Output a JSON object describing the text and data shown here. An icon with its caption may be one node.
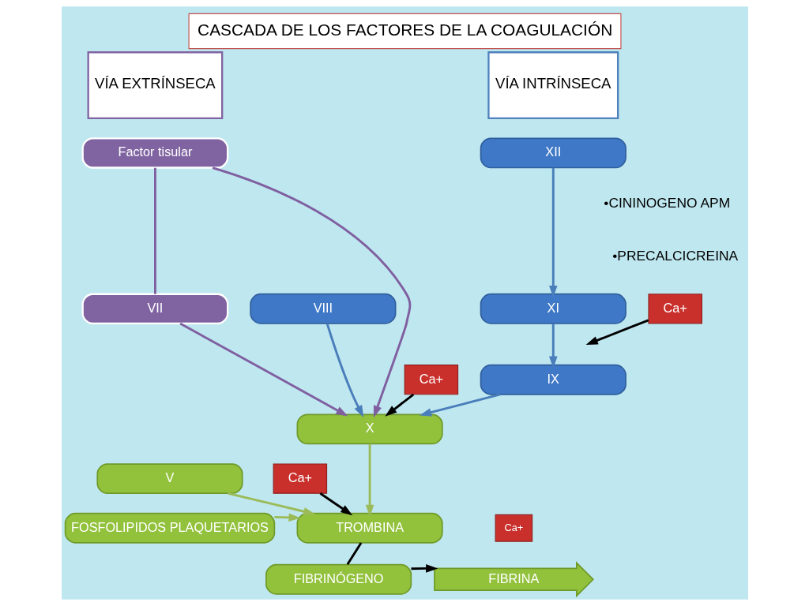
{
  "diagram": {
    "title": "CASCADA DE LOS FACTORES DE LA COAGULACIÓN",
    "nodes": [
      {
        "text": [
          "VÍA EXTRÍNSECA"
        ]
      },
      {
        "text": [
          "VÍA INTRÍNSECA"
        ]
      },
      {
        "text": [
          "Factor tisular"
        ]
      },
      {
        "text": [
          "VII"
        ]
      },
      {
        "text": [
          "XII"
        ]
      },
      {
        "text": [
          "XI"
        ]
      },
      {
        "text": [
          "VIII"
        ]
      },
      {
        "text": [
          "Ca+"
        ]
      },
      {
        "text": [
          "Ca+"
        ]
      },
      {
        "text": [
          "IX"
        ]
      },
      {
        "text": [
          "X"
        ]
      },
      {
        "text": [
          "V"
        ]
      },
      {
        "text": [
          "Ca+"
        ]
      },
      {
        "text": [
          "FOSFOLIPIDOS PLAQUETARIOS"
        ]
      },
      {
        "text": [
          "TROMBINA"
        ]
      },
      {
        "text": [
          "Ca+"
        ]
      },
      {
        "text": [
          "FIBRINÓGENO"
        ]
      },
      {
        "text": [
          "FIBRINA"
        ]
      }
    ],
    "edges": [
      {
        "from": 2,
        "to": 3,
        "arrow": "none",
        "color": "#7f5fa0"
      },
      {
        "from": 2,
        "to": 10,
        "arrow": "to",
        "color": "#7f5fa0"
      },
      {
        "from": 3,
        "to": 10,
        "arrow": "to",
        "color": "#7f5fa0"
      },
      {
        "from": 4,
        "to": 5,
        "arrow": "to",
        "color": "#4a7ebb"
      },
      {
        "from": 6,
        "to": 10,
        "arrow": "to",
        "color": "#4a7ebb"
      },
      {
        "from": 5,
        "to": 9,
        "arrow": "to",
        "color": "#4a7ebb"
      },
      {
        "from": 7,
        "to": null,
        "arrow": "to"
      },
      {
        "from": 8,
        "to": 10,
        "arrow": "to"
      },
      {
        "from": 9,
        "to": 10,
        "arrow": "to",
        "color": "#4a7ebb"
      },
      {
        "from": 10,
        "to": 14,
        "arrow": "to",
        "color": "#9bbb59"
      },
      {
        "from": 11,
        "to": 14,
        "arrow": "to",
        "color": "#9bbb59"
      },
      {
        "from": 12,
        "to": 14,
        "arrow": "to"
      },
      {
        "from": 13,
        "to": 14,
        "arrow": "to",
        "color": "#9bbb59"
      },
      {
        "from": 14,
        "to": 16,
        "arrow": "none"
      },
      {
        "from": 16,
        "to": 17,
        "arrow": "to"
      }
    ],
    "labels": [
      "•CININOGENO APM",
      "•PRECALCICREINA"
    ]
  }
}
